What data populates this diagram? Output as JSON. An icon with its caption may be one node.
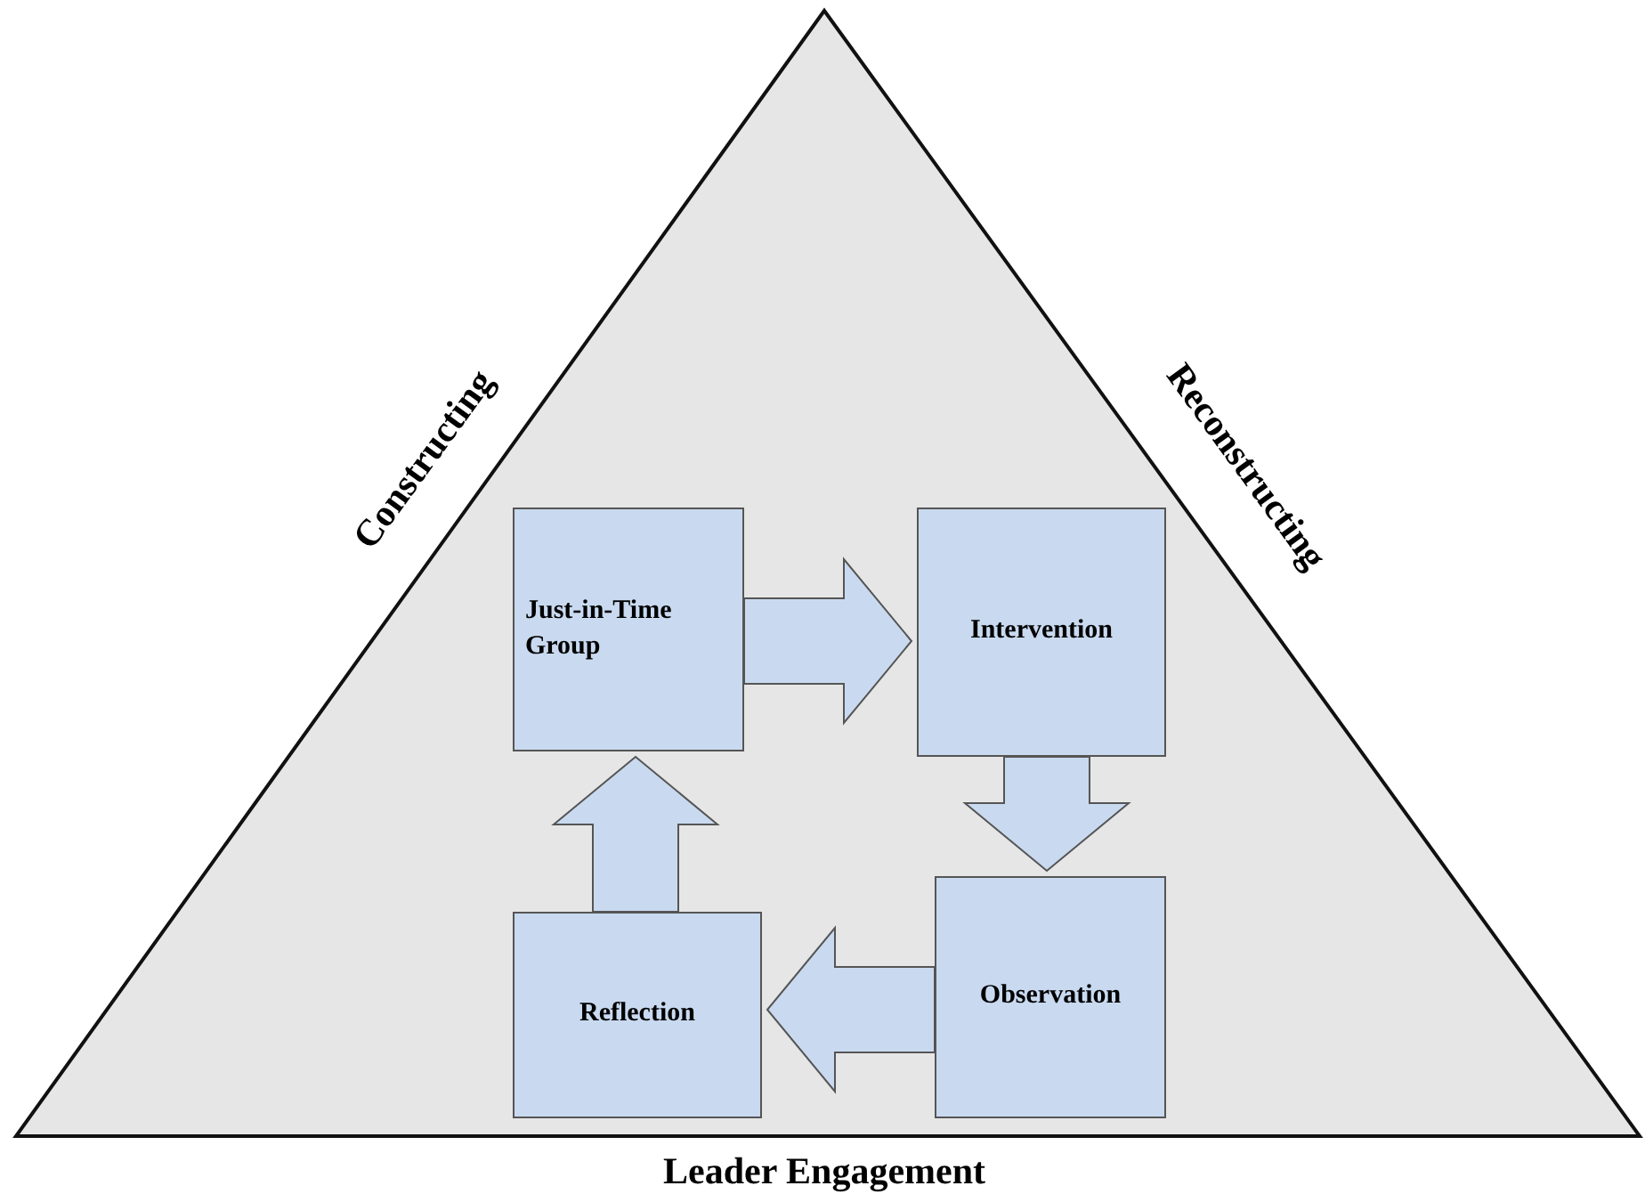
{
  "diagram": {
    "nodes": [
      {
        "text": [
          "Constructing",
          "Reconstructing",
          "Leader Engagement"
        ]
      },
      {
        "text": [
          "Just-in-Time Group"
        ],
        "in": 0
      },
      {
        "text": [
          "Intervention"
        ],
        "in": 0
      },
      {
        "text": [
          "Observation"
        ],
        "in": 0
      },
      {
        "text": [
          "Reflection"
        ],
        "in": 0
      }
    ],
    "edges": [
      {
        "from": 1,
        "to": 2,
        "arrow": "to"
      },
      {
        "from": 2,
        "to": 3,
        "arrow": "to"
      },
      {
        "from": 3,
        "to": 4,
        "arrow": "to"
      },
      {
        "from": 4,
        "to": 1,
        "arrow": "to"
      }
    ]
  }
}
